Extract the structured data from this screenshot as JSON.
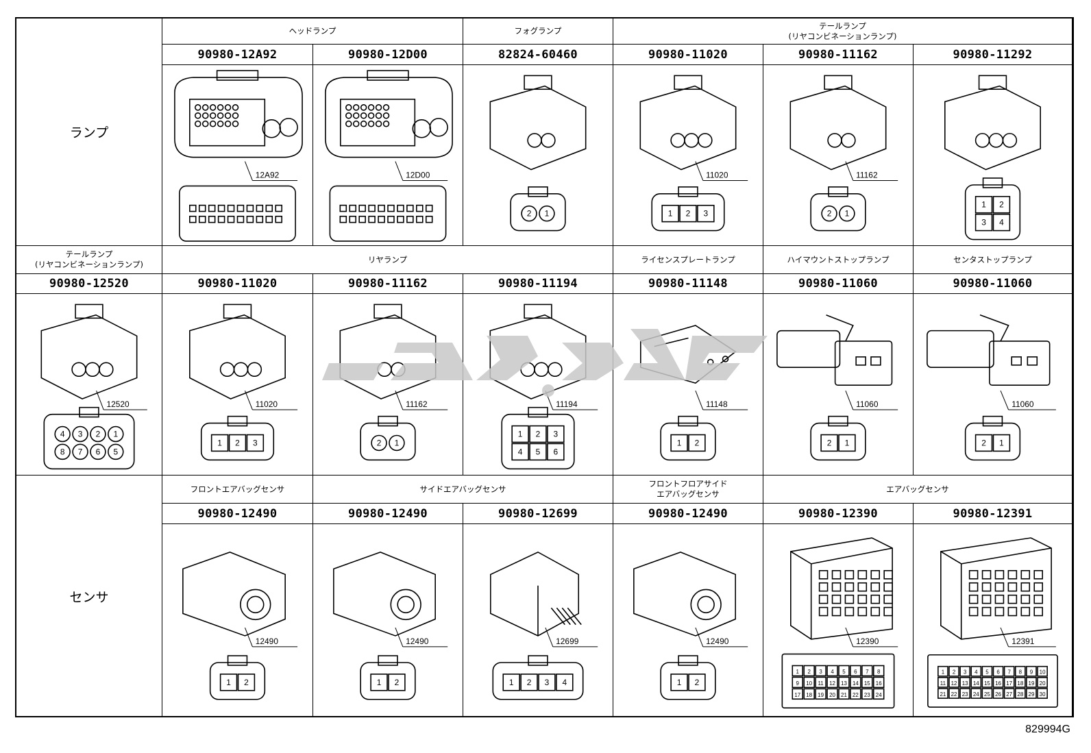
{
  "rows": [
    {
      "label": "ランプ",
      "categories": [
        {
          "label": "ヘッドランプ",
          "span": 2
        },
        {
          "label": "フォグランプ",
          "span": 1
        },
        {
          "label": "テールランプ\n(リヤコンビネーションランプ)",
          "span": 3
        }
      ],
      "parts": [
        {
          "number": "90980-12A92",
          "callout": "12A92",
          "icon": "headlamp-connector-icon"
        },
        {
          "number": "90980-12D00",
          "callout": "12D00",
          "icon": "headlamp-connector-icon"
        },
        {
          "number": "82824-60460",
          "callout": "",
          "icon": "2-pin-connector-icon",
          "pins": [
            "2",
            "1"
          ]
        },
        {
          "number": "90980-11020",
          "callout": "11020",
          "icon": "3-pin-connector-icon",
          "pins": [
            "1",
            "2",
            "3"
          ]
        },
        {
          "number": "90980-11162",
          "callout": "11162",
          "icon": "2-pin-connector-icon",
          "pins": [
            "2",
            "1"
          ]
        },
        {
          "number": "90980-11292",
          "callout": "",
          "icon": "4-pin-connector-icon",
          "pins": [
            "1",
            "2",
            "3",
            "4"
          ]
        }
      ]
    },
    {
      "label": "",
      "categories": [
        {
          "label": "テールランプ\n(リヤコンビネーションランプ)",
          "span": 1
        },
        {
          "label": "リヤランプ",
          "span": 3
        },
        {
          "label": "ライセンスプレートランプ",
          "span": 1
        },
        {
          "label": "ハイマウントストップランプ",
          "span": 1
        },
        {
          "label": "センタストップランプ",
          "span": 1
        }
      ],
      "parts": [
        {
          "number": "90980-12520",
          "callout": "12520",
          "icon": "8-pin-connector-icon",
          "pins": [
            "4",
            "3",
            "2",
            "1",
            "8",
            "7",
            "6",
            "5"
          ]
        },
        {
          "number": "90980-11020",
          "callout": "11020",
          "icon": "3-pin-connector-icon",
          "pins": [
            "1",
            "2",
            "3"
          ]
        },
        {
          "number": "90980-11162",
          "callout": "11162",
          "icon": "2-pin-connector-icon",
          "pins": [
            "2",
            "1"
          ]
        },
        {
          "number": "90980-11194",
          "callout": "11194",
          "icon": "6-pin-connector-icon",
          "pins": [
            "1",
            "2",
            "3",
            "4",
            "5",
            "6"
          ]
        },
        {
          "number": "90980-11148",
          "callout": "11148",
          "icon": "2-pin-flat-connector-icon",
          "pins": [
            "1",
            "2"
          ]
        },
        {
          "number": "90980-11060",
          "callout": "11060",
          "icon": "2-pin-clip-connector-icon",
          "pins": [
            "2",
            "1"
          ]
        },
        {
          "number": "90980-11060",
          "callout": "11060",
          "icon": "2-pin-clip-connector-icon",
          "pins": [
            "2",
            "1"
          ]
        }
      ]
    },
    {
      "label": "センサ",
      "categories": [
        {
          "label": "フロントエアバッグセンサ",
          "span": 1
        },
        {
          "label": "サイドエアバッグセンサ",
          "span": 2
        },
        {
          "label": "フロントフロアサイド\nエアバッグセンサ",
          "span": 1
        },
        {
          "label": "エアバッグセンサ",
          "span": 2
        }
      ],
      "parts": [
        {
          "number": "90980-12490",
          "callout": "12490",
          "icon": "airbag-sensor-connector-icon",
          "pins": [
            "1",
            "2"
          ]
        },
        {
          "number": "90980-12490",
          "callout": "12490",
          "icon": "airbag-sensor-connector-icon",
          "pins": [
            "1",
            "2"
          ]
        },
        {
          "number": "90980-12699",
          "callout": "12699",
          "icon": "4-pin-sensor-connector-icon",
          "pins": [
            "1",
            "2",
            "3",
            "4"
          ]
        },
        {
          "number": "90980-12490",
          "callout": "12490",
          "icon": "airbag-sensor-connector-icon",
          "pins": [
            "1",
            "2"
          ]
        },
        {
          "number": "90980-12390",
          "callout": "12390",
          "icon": "24-pin-airbag-connector-icon",
          "pins": [
            "1",
            "2",
            "3",
            "4",
            "5",
            "6",
            "7",
            "8",
            "9",
            "10",
            "11",
            "12",
            "13",
            "14",
            "15",
            "16",
            "17",
            "18",
            "19",
            "20",
            "21",
            "22",
            "23",
            "24"
          ]
        },
        {
          "number": "90980-12391",
          "callout": "12391",
          "icon": "30-pin-airbag-connector-icon",
          "pins": [
            "1",
            "2",
            "3",
            "4",
            "5",
            "6",
            "7",
            "8",
            "9",
            "10",
            "11",
            "12",
            "13",
            "14",
            "15",
            "16",
            "17",
            "18",
            "19",
            "20",
            "21",
            "22",
            "23",
            "24",
            "25",
            "26",
            "27",
            "28",
            "29",
            "30"
          ]
        }
      ]
    }
  ],
  "footer_code": "829994G",
  "colors": {
    "line": "#000000",
    "watermark": "#c8c8c8",
    "background": "#ffffff"
  }
}
